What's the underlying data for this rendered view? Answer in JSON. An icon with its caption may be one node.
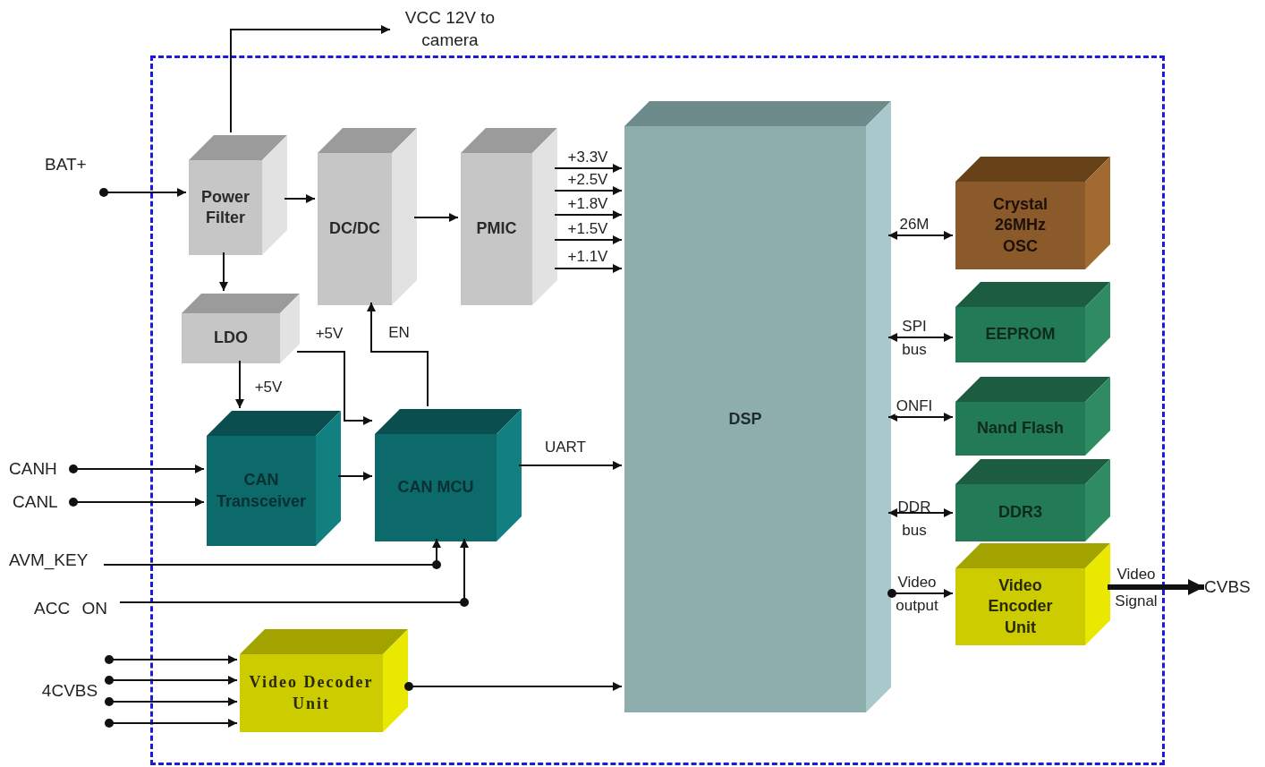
{
  "diagram": {
    "nodes": [
      {
        "text": [],
        "shape": "box"
      },
      {
        "text": [
          "VCC 12V to camera"
        ]
      },
      {
        "text": [
          "BAT+"
        ]
      },
      {
        "text": [
          "Power Filter"
        ],
        "in": 0
      },
      {
        "text": [
          "DC/DC"
        ],
        "in": 0
      },
      {
        "text": [
          "PMIC"
        ],
        "in": 0
      },
      {
        "text": [
          "LDO"
        ],
        "in": 0
      },
      {
        "text": [
          "DSP"
        ],
        "in": 0
      },
      {
        "text": [
          "Crystal 26MHz OSC"
        ],
        "in": 0
      },
      {
        "text": [
          "EEPROM"
        ],
        "in": 0
      },
      {
        "text": [
          "Nand Flash"
        ],
        "in": 0
      },
      {
        "text": [
          "DDR3"
        ],
        "in": 0
      },
      {
        "text": [
          "Video Encoder Unit"
        ],
        "in": 0
      },
      {
        "text": [
          "CAN Transceiver"
        ],
        "in": 0
      },
      {
        "text": [
          "CAN MCU"
        ],
        "in": 0
      },
      {
        "text": [
          "CANH"
        ]
      },
      {
        "text": [
          "CANL"
        ]
      },
      {
        "text": [
          "AVM_KEY"
        ]
      },
      {
        "text": [
          "ACC ON"
        ]
      },
      {
        "text": [
          "4CVBS"
        ]
      },
      {
        "text": [
          "Video Decoder Unit"
        ],
        "in": 0
      },
      {
        "text": [
          "CVBS"
        ]
      }
    ],
    "edges": [
      {
        "from": 3,
        "to": 1,
        "arrow": "to"
      },
      {
        "from": 2,
        "to": 3,
        "arrow": "to"
      },
      {
        "from": 3,
        "to": 4,
        "arrow": "to"
      },
      {
        "from": 4,
        "to": 5,
        "arrow": "to"
      },
      {
        "from": 5,
        "to": 7,
        "arrow": "to",
        "label": "+3.3V"
      },
      {
        "from": 5,
        "to": 7,
        "arrow": "to",
        "label": "+2.5V"
      },
      {
        "from": 5,
        "to": 7,
        "arrow": "to",
        "label": "+1.8V"
      },
      {
        "from": 5,
        "to": 7,
        "arrow": "to",
        "label": "+1.5V"
      },
      {
        "from": 5,
        "to": 7,
        "arrow": "to",
        "label": "+1.1V"
      },
      {
        "from": 3,
        "to": 6,
        "arrow": "to"
      },
      {
        "from": 6,
        "to": 13,
        "arrow": "to",
        "label": "+5V"
      },
      {
        "from": 6,
        "to": 14,
        "arrow": "to",
        "label": "+5V"
      },
      {
        "from": 14,
        "to": 4,
        "arrow": "to",
        "label": "EN"
      },
      {
        "from": 7,
        "to": 8,
        "arrow": "both",
        "label": "26M"
      },
      {
        "from": 7,
        "to": 9,
        "arrow": "both",
        "label": "SPI bus"
      },
      {
        "from": 7,
        "to": 10,
        "arrow": "both",
        "label": "ONFI"
      },
      {
        "from": 7,
        "to": 11,
        "arrow": "both",
        "label": "DDR bus"
      },
      {
        "from": 7,
        "to": 12,
        "arrow": "to",
        "label": "Video output"
      },
      {
        "from": 12,
        "to": 21,
        "arrow": "to",
        "label": "Video Signal",
        "style": "thick"
      },
      {
        "from": 15,
        "to": 13,
        "arrow": "to"
      },
      {
        "from": 16,
        "to": 13,
        "arrow": "to"
      },
      {
        "from": 13,
        "to": 14,
        "arrow": "to"
      },
      {
        "from": 14,
        "to": 7,
        "arrow": "to",
        "label": "UART"
      },
      {
        "from": 17,
        "to": 14,
        "arrow": "to"
      },
      {
        "from": 18,
        "to": 14,
        "arrow": "to"
      },
      {
        "from": 19,
        "to": 20,
        "arrow": "to"
      },
      {
        "from": 19,
        "to": 20,
        "arrow": "to"
      },
      {
        "from": 19,
        "to": 20,
        "arrow": "to"
      },
      {
        "from": 19,
        "to": 20,
        "arrow": "to"
      },
      {
        "from": 20,
        "to": 7,
        "arrow": "to"
      }
    ]
  }
}
